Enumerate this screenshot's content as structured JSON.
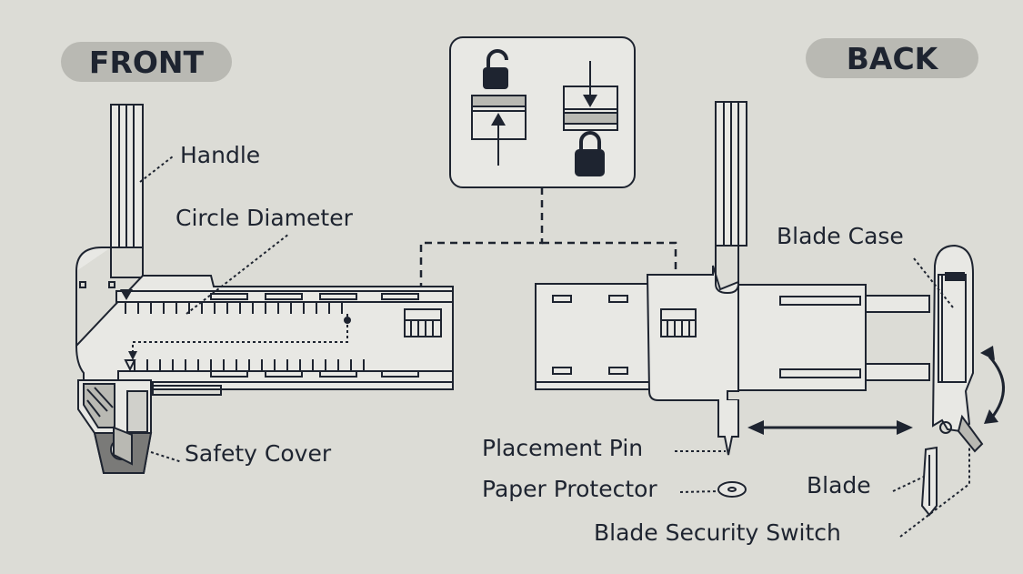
{
  "headings": {
    "front": "FRONT",
    "back": "BACK"
  },
  "labels": {
    "handle": "Handle",
    "circle_diameter": "Circle  Diameter",
    "safety_cover": "Safety  Cover",
    "blade_case": "Blade Case",
    "placement_pin": "Placement  Pin",
    "paper_protector": "Paper Protector",
    "blade": "Blade",
    "blade_security_switch": "Blade Security Switch"
  },
  "colors": {
    "background": "#dcdcd6",
    "ink": "#1e2430",
    "pill": "#b9b9b3",
    "panel": "#e8e8e4",
    "blade_grey": "#7a7a78"
  },
  "icons": [
    "unlocked-padlock-icon",
    "locked-padlock-icon",
    "arrow-up-icon",
    "arrow-down-icon"
  ]
}
